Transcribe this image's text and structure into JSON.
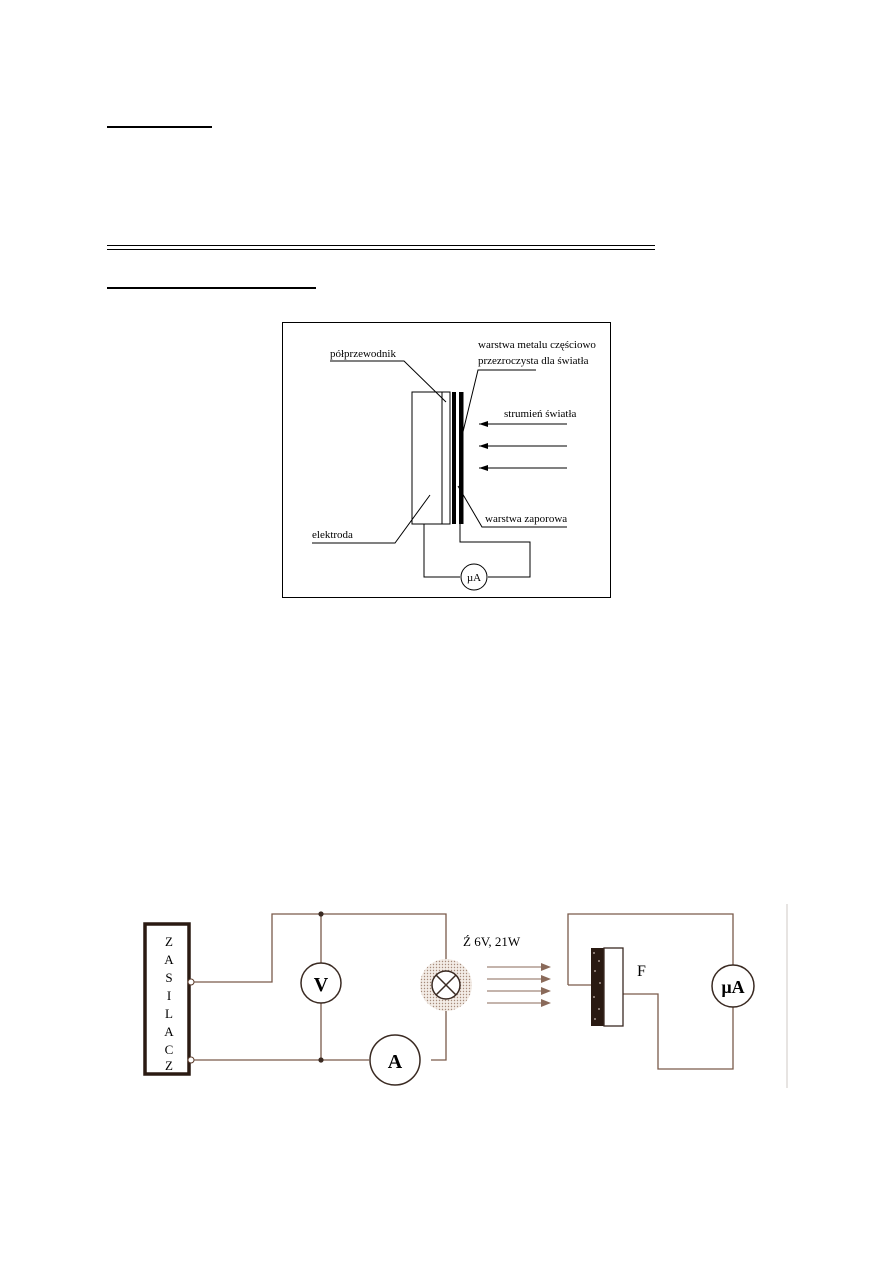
{
  "figure1": {
    "labels": {
      "semiconductor": "półprzewodnik",
      "metal_layer_line1": "warstwa metalu częściowo",
      "metal_layer_line2": "przezroczysta dla światła",
      "light_flux": "strumień światła",
      "barrier_layer": "warstwa zaporowa",
      "electrode": "elektroda",
      "meter": "µA"
    }
  },
  "figure2": {
    "power_supply": [
      "Z",
      "A",
      "S",
      "I",
      "L",
      "A",
      "C",
      "Z"
    ],
    "voltmeter": "V",
    "ammeter": "A",
    "lamp_label": "Ź  6V, 21W",
    "photocell_label": "F",
    "microammeter": "µA"
  }
}
